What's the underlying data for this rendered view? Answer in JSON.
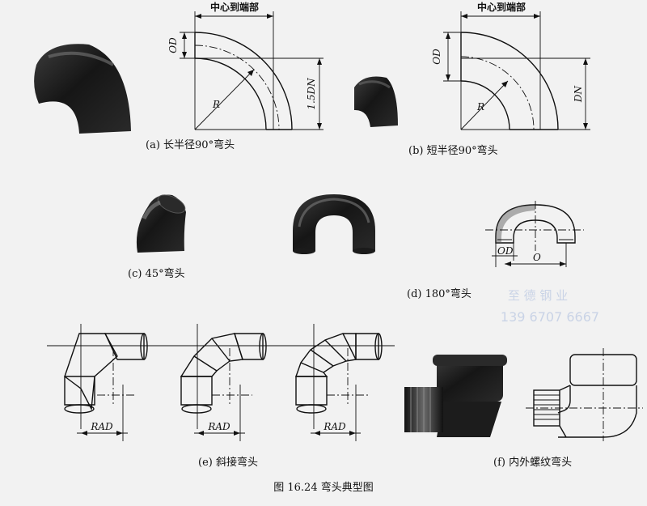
{
  "dim_center_to_end": "中心到端部",
  "dim_od": "OD",
  "dim_r": "R",
  "dim_15dn": "1.5DN",
  "dim_dn": "DN",
  "dim_o": "O",
  "dim_rad": "RAD",
  "caption_a": "(a) 长半径90°弯头",
  "caption_b": "(b) 短半径90°弯头",
  "caption_c": "(c) 45°弯头",
  "caption_d": "(d) 180°弯头",
  "caption_e": "(e) 斜接弯头",
  "caption_f": "(f) 内外螺纹弯头",
  "figure_title": "图 16.24   弯头典型图",
  "watermark_name": "至 德 钢 业",
  "watermark_phone": "139  6707  6667"
}
